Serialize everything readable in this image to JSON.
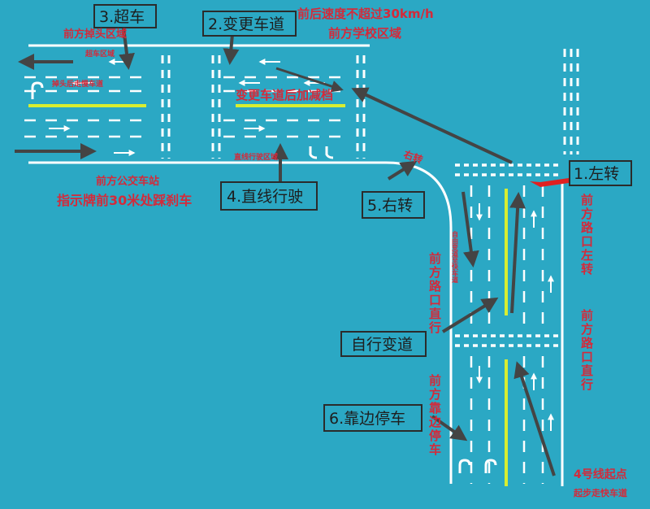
{
  "colors": {
    "background": "#2ba8c4",
    "line": "#ffffff",
    "center_line": "#d8ee30",
    "red_text": "#d42a3a",
    "arrow": "#444444",
    "arrow_red": "#e02020",
    "box_border": "#2b2b2b"
  },
  "callouts": [
    {
      "label": "3.超车"
    },
    {
      "label": "2.变更车道"
    },
    {
      "label": "1.左转"
    },
    {
      "label": "4.直线行驶"
    },
    {
      "label": "5.右转"
    },
    {
      "label": "自行变道"
    },
    {
      "label": "6.靠边停车"
    }
  ],
  "signs": [
    {
      "text": "前后速度不超过30km/h"
    },
    {
      "text": "前方学校区域"
    },
    {
      "text": "前方掉头区域"
    },
    {
      "text": "超车区域"
    },
    {
      "text": "掉头后走慢车道"
    },
    {
      "text": "变更车道后加减档"
    },
    {
      "text": "直线行驶区域"
    },
    {
      "text": "前方公交车站"
    },
    {
      "text": "指示牌前30米处踩刹车"
    },
    {
      "text": "右转"
    },
    {
      "text": "自由变道至快车道"
    },
    {
      "text": "前方路口左转"
    },
    {
      "text": "前方路口直行"
    },
    {
      "text": "前方路口直行"
    },
    {
      "text": "前方靠边停车"
    },
    {
      "text": "4号线起点"
    },
    {
      "text": "起步走快车道"
    }
  ]
}
